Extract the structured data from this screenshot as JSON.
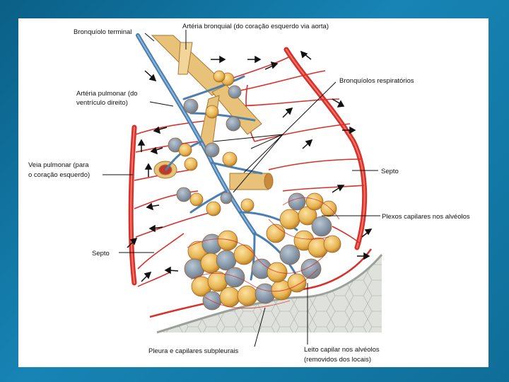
{
  "figure": {
    "labels": {
      "terminal_bronchiole": "Bronquíolo terminal",
      "bronchial_artery": "Artéria bronquial (do coração esquerdo via aorta)",
      "pulmonary_artery_line1": "Artéria pulmonar (do",
      "pulmonary_artery_line2": "ventrículo direito)",
      "respiratory_bronchioles": "Bronquíolos respiratórios",
      "pulmonary_vein_line1": "Veia pulmonar (para",
      "pulmonary_vein_line2": "o coração esquerdo)",
      "septum_right": "Septo",
      "alveolar_plexus": "Plexos capilares nos alvéolos",
      "septum_left": "Septo",
      "pleura": "Pleura e capilares subpleurais",
      "capillary_bed_line1": "Leito capilar nos alvéolos",
      "capillary_bed_line2": "(removidos dos locais)"
    },
    "colors": {
      "artery_red": "#d8302a",
      "vein_blue": "#4a7fb0",
      "bronchiole_tan": "#e9c27a",
      "alveolus_yellow": "#f0c060",
      "pleura_gray": "#d9dcd6"
    }
  }
}
